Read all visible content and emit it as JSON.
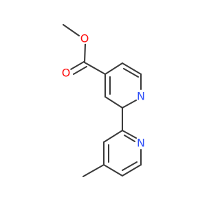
{
  "colors": {
    "background": "#ffffff",
    "bond": "#3a3a3a",
    "oxygen": "#ff0d0d",
    "nitrogen": "#3050f8"
  },
  "labels": {
    "ester_oxygen": "O",
    "carbonyl_oxygen": "O",
    "upper_ring_nitrogen": "N",
    "lower_ring_nitrogen": "N"
  }
}
